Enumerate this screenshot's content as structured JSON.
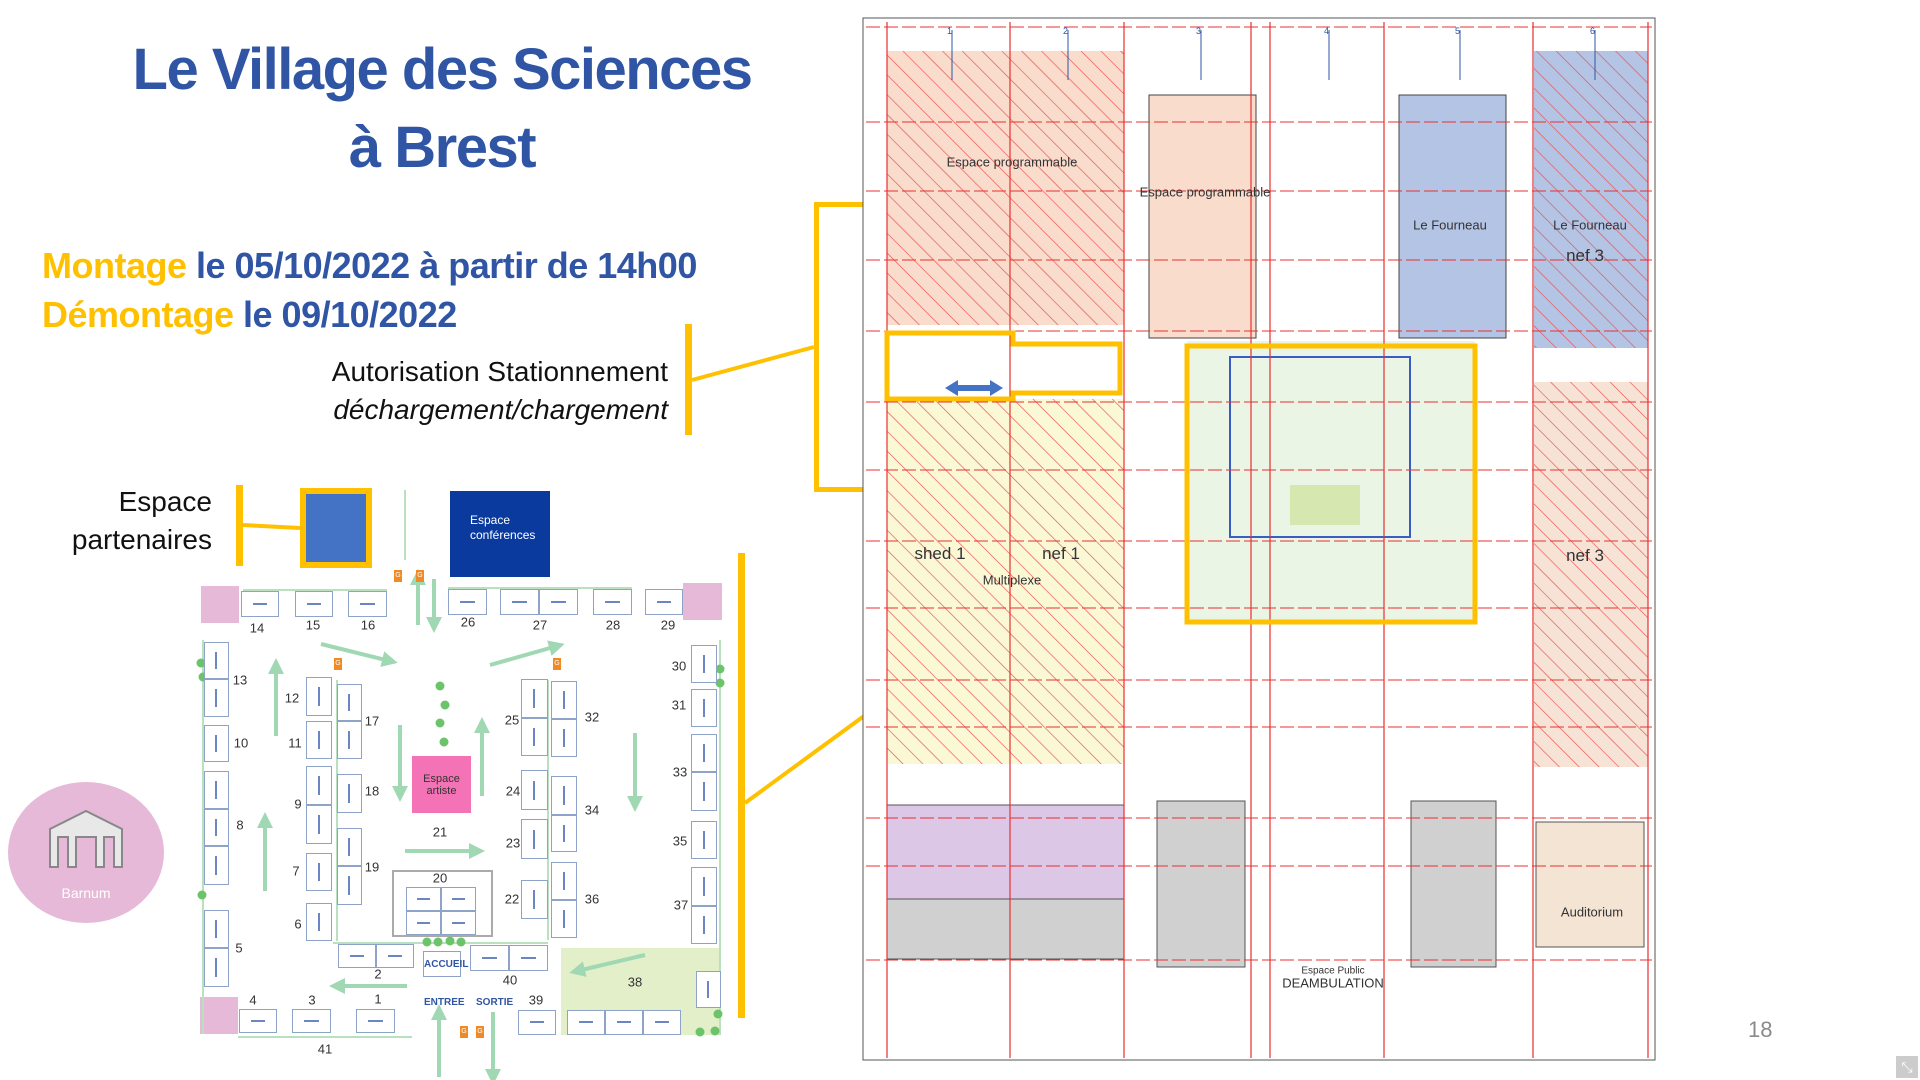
{
  "slide": {
    "title_line1": "Le Village des Sciences",
    "title_line2": "à Brest",
    "montage_label": "Montage",
    "montage_text": " le 05/10/2022 à partir de 14h00",
    "demontage_label": "Démontage",
    "demontage_text": " le 09/10/2022",
    "parking_title": "Autorisation Stationnement",
    "parking_subtitle": "déchargement/chargement",
    "partners_line1": "Espace",
    "partners_line2": "partenaires",
    "page_number": "18"
  },
  "stand_map": {
    "conference_label": "Espace conférences",
    "artist_label": "Espace artiste",
    "barnum_label": "Barnum",
    "welcome_label": "ACCUEIL",
    "entrance_label": "ENTREE",
    "exit_label": "SORTIE",
    "gate_tag": "G",
    "stand_numbers": [
      "14",
      "15",
      "16",
      "26",
      "27",
      "28",
      "29",
      "30",
      "13",
      "12",
      "31",
      "32",
      "17",
      "25",
      "10",
      "11",
      "33",
      "18",
      "24",
      "9",
      "34",
      "8",
      "21",
      "23",
      "35",
      "7",
      "19",
      "20",
      "22",
      "36",
      "37",
      "6",
      "5",
      "2",
      "40",
      "38",
      "4",
      "3",
      "1",
      "39",
      "41"
    ]
  },
  "floor_plan": {
    "grid_labels": [
      "1",
      "2",
      "3",
      "4",
      "5",
      "6"
    ],
    "zones": {
      "prog1": "Espace programmable",
      "prog2": "Espace programmable",
      "fourneau1": "Le Fourneau",
      "fourneau2": "Le Fourneau",
      "nef3_top": "nef 3",
      "shed1": "shed 1",
      "nef1": "nef 1",
      "multiplexe": "Multiplexe",
      "nef3": "nef 3",
      "auditorium": "Auditorium",
      "public_space": "Espace Public",
      "deambulation": "DEAMBULATION"
    }
  },
  "colors": {
    "title": "#2f55a4",
    "highlight": "#ffc000",
    "conference": "#0a3a9e",
    "partners": "#4472c4",
    "artist": "#f472b6"
  }
}
